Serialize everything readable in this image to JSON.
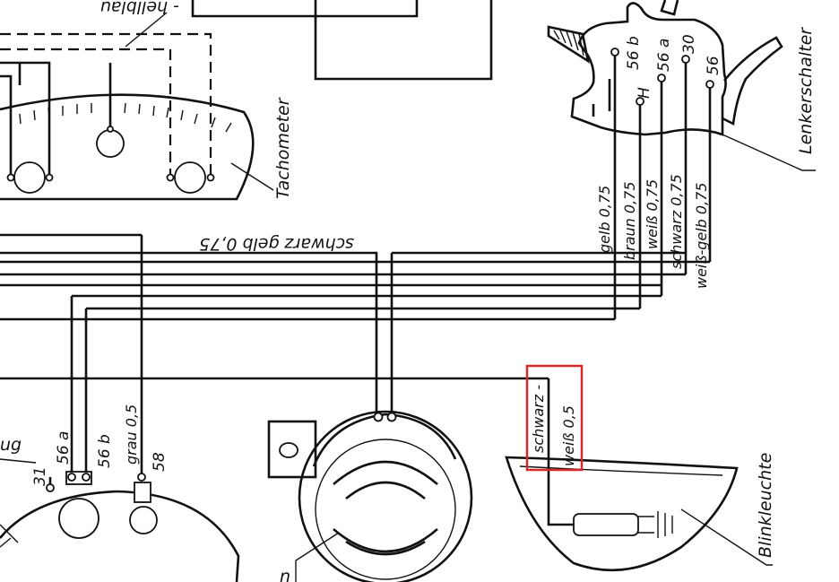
{
  "colors": {
    "ink": "#111111",
    "paper": "#ffffff",
    "highlight_box": "#d42a2a"
  },
  "components": {
    "tachometer": "Tachometer",
    "handlebar_switch": "Lenkerschalter",
    "turn_signal": "Blinkleuchte"
  },
  "switch_terminals": [
    "56 b",
    "H",
    "56 a",
    "30",
    "56"
  ],
  "wires": {
    "top_fragment": "- hellblau",
    "bundle": "schwarz gelb 0,75",
    "switch": [
      "gelb 0,75",
      "braun 0,75",
      "weiß 0,75",
      "schwarz 0,75",
      "weiß-gelb 0,75"
    ],
    "grau": "grau 0,5",
    "blinker_top": "schwarz -",
    "blinker_bottom": "weiß 0,5"
  },
  "headlamp_terminals": [
    "31",
    "56 a",
    "56 b",
    "58"
  ],
  "fragments": {
    "left_cut": "ug",
    "horn_cut": "n"
  },
  "highlight": {
    "label": "schwarz - weiß 0,5"
  }
}
